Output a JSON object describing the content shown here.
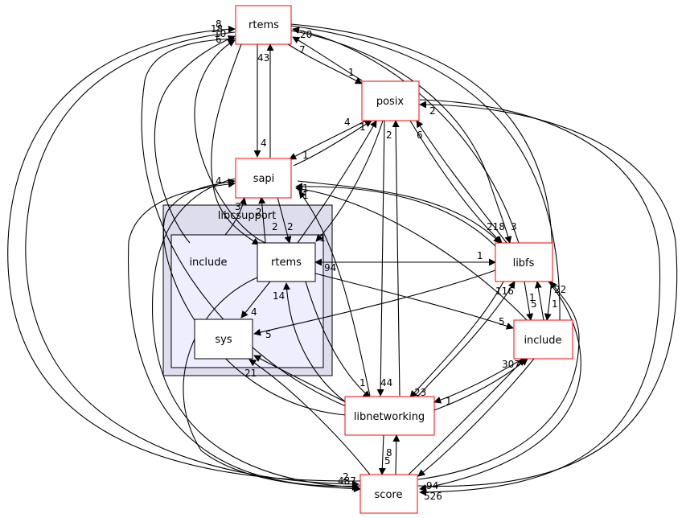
{
  "nodes": {
    "rtems_top": "rtems",
    "posix": "posix",
    "sapi": "sapi",
    "libfs": "libfs",
    "include_right": "include",
    "libnetworking": "libnetworking",
    "score": "score",
    "include_inner": "include",
    "rtems_inner": "rtems",
    "sys": "sys"
  },
  "clusters": {
    "libcsupport": "libcsupport"
  },
  "edge_labels": {
    "e1": "8",
    "e2": "18",
    "e3": "10",
    "e4": "6",
    "e5": "20",
    "e6": "7",
    "e7": "43",
    "e8": "1",
    "e9": "4",
    "e10": "4",
    "e11": "1",
    "e12": "1",
    "e13": "2",
    "e14": "2",
    "e15": "1",
    "e16": "4",
    "e17": "6",
    "e18": "3",
    "e19": "2",
    "e20": "2",
    "e21": "1",
    "e22": "1",
    "e23": "94",
    "e24": "218",
    "e25": "3",
    "e26": "1",
    "e27": "116",
    "e28": "1",
    "e29": "5",
    "e30": "22",
    "e31": "4",
    "e32": "5",
    "e33": "14",
    "e34": "5",
    "e35": "1",
    "e36": "44",
    "e37": "23",
    "e38": "307",
    "e39": "1",
    "e40": "21",
    "e41": "2",
    "e42": "487",
    "e43": "8",
    "e44": "5",
    "e45": "94",
    "e46": "526",
    "e47": "2"
  },
  "colors": {
    "node_border_external": "#ff0000",
    "node_border_internal": "#000000",
    "cluster_outer_fill": "#ddddee",
    "cluster_inner_fill": "#eeeeff",
    "edge": "#000000"
  }
}
